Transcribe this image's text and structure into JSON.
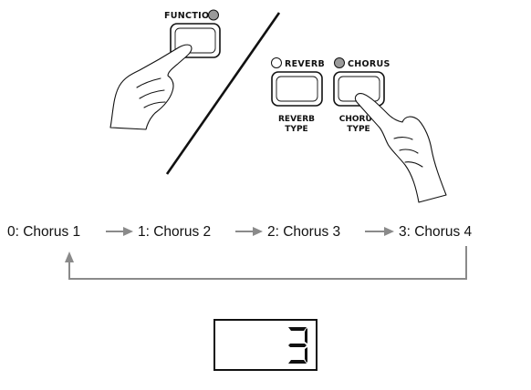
{
  "panel": {
    "function_label": "FUNCTION",
    "reverb_label": "REVERB",
    "chorus_label": "CHORUS",
    "reverb_type_line1": "REVERB",
    "reverb_type_line2": "TYPE",
    "chorus_type_line1": "CHORUS",
    "chorus_type_line2": "TYPE"
  },
  "sequence": {
    "items": [
      "0: Chorus 1",
      "1: Chorus 2",
      "2: Chorus 3",
      "3: Chorus 4"
    ]
  },
  "display": {
    "value": "3"
  },
  "colors": {
    "led_on": "#9a9a9a",
    "led_off": "#ffffff",
    "arrow": "#8a8a8a",
    "ink": "#111111"
  }
}
